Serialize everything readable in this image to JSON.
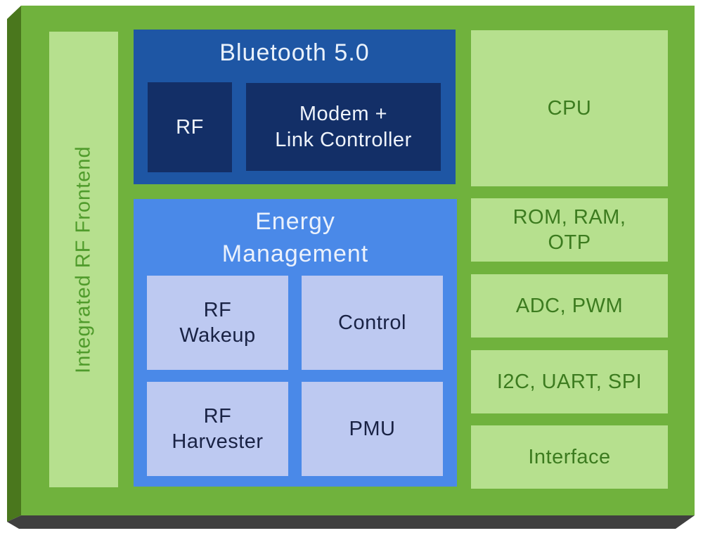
{
  "colors": {
    "board_green": "#70b23d",
    "bevel_dark_green": "#4a771d",
    "bottom_shadow_gray": "#3f3f3f",
    "light_green_block": "#b6e08e",
    "green_text": "#3c7b1f",
    "strip_text_green": "#4f9b2b",
    "bluetooth_blue": "#1e56a4",
    "bluetooth_inner_navy": "#132f67",
    "energy_blue": "#4a89e8",
    "energy_inner_lavender": "#bdc9f1",
    "navy_text": "#192244",
    "light_text": "#eef3fb"
  },
  "board": {
    "rf_frontend_label": "Integrated RF Frontend",
    "bluetooth": {
      "title": "Bluetooth 5.0",
      "rf_label": "RF",
      "modem_label": "Modem +\nLink Controller"
    },
    "energy": {
      "title": "Energy\nManagement",
      "blocks": [
        {
          "label": "RF\nWakeup"
        },
        {
          "label": "Control"
        },
        {
          "label": "RF\nHarvester"
        },
        {
          "label": "PMU"
        }
      ]
    },
    "peripherals": [
      {
        "label": "CPU"
      },
      {
        "label": "ROM, RAM,\nOTP"
      },
      {
        "label": "ADC, PWM"
      },
      {
        "label": "I2C, UART, SPI"
      },
      {
        "label": "Interface"
      }
    ]
  }
}
